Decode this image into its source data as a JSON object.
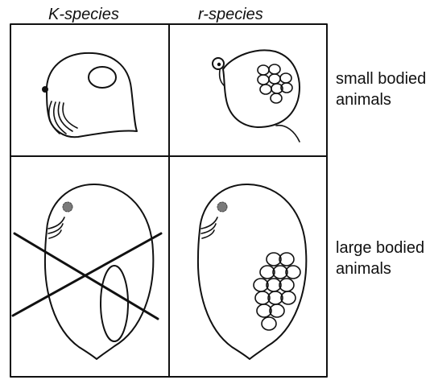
{
  "columns": {
    "k_label": "K-species",
    "r_label": "r-species"
  },
  "rows": {
    "small": {
      "line1": "small bodied",
      "line2": "animals"
    },
    "large": {
      "line1": "large bodied",
      "line2": "animals"
    }
  },
  "colors": {
    "stroke": "#111111",
    "eye_spot": "#7a7a7a"
  }
}
